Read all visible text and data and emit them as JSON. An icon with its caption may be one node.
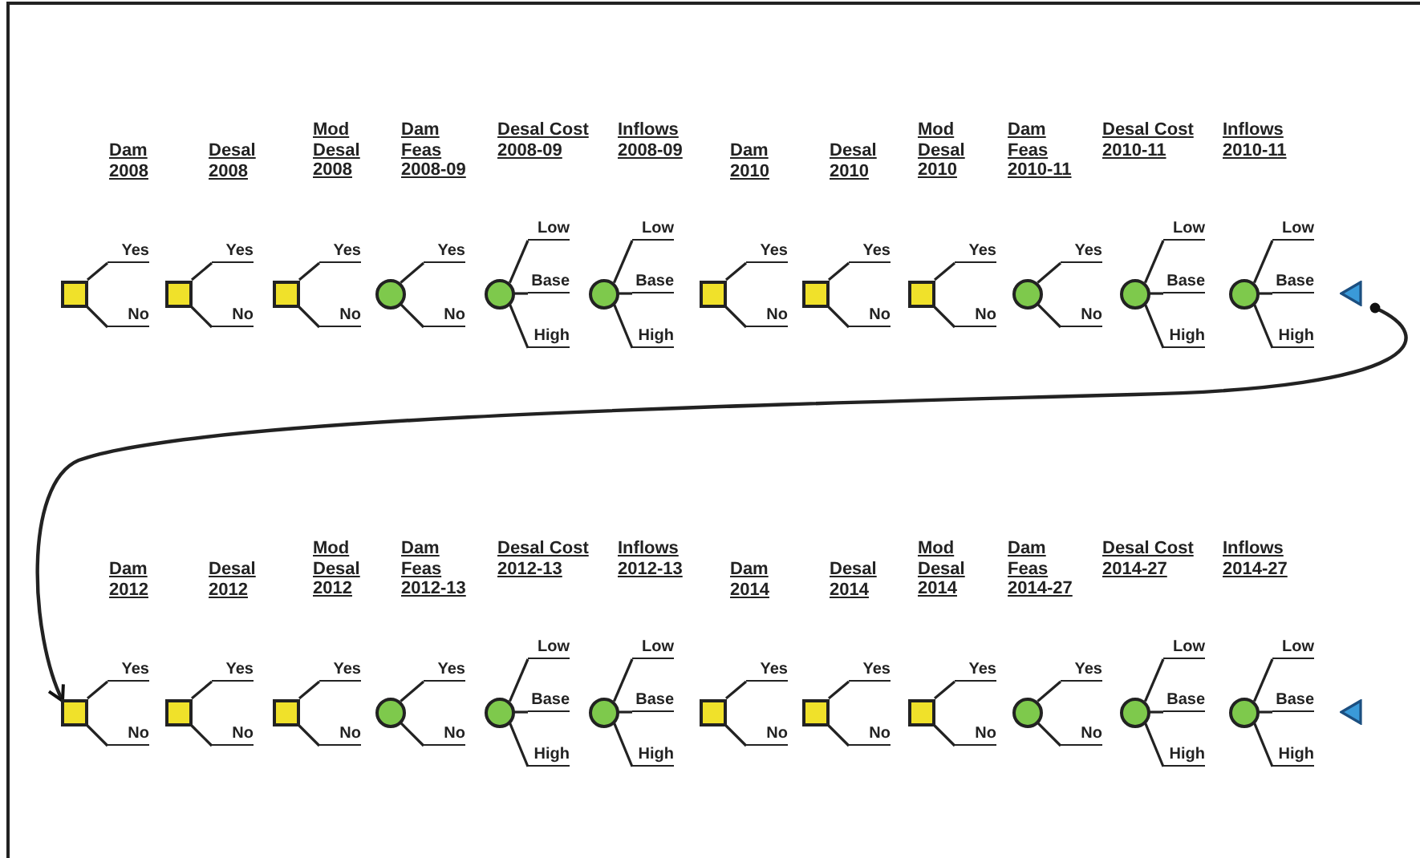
{
  "diagram": {
    "nodes": [
      {
        "text": [],
        "shape": "box"
      },
      {
        "text": [
          "Yes"
        ]
      },
      {
        "text": [
          "No"
        ]
      },
      {
        "text": [],
        "shape": "box"
      },
      {
        "text": [
          "Yes"
        ]
      },
      {
        "text": [
          "No"
        ]
      },
      {
        "text": [],
        "shape": "box"
      },
      {
        "text": [
          "Yes"
        ]
      },
      {
        "text": [
          "No"
        ]
      },
      {
        "text": [],
        "shape": "circle"
      },
      {
        "text": [
          "Yes"
        ]
      },
      {
        "text": [
          "No"
        ]
      },
      {
        "text": [],
        "shape": "circle"
      },
      {
        "text": [
          "Low"
        ]
      },
      {
        "text": [
          "Base"
        ]
      },
      {
        "text": [
          "High"
        ]
      },
      {
        "text": [],
        "shape": "circle"
      },
      {
        "text": [
          "Low"
        ]
      },
      {
        "text": [
          "Base"
        ]
      },
      {
        "text": [
          "High"
        ]
      },
      {
        "text": [],
        "shape": "box"
      },
      {
        "text": [
          "Yes"
        ]
      },
      {
        "text": [
          "No"
        ]
      },
      {
        "text": [],
        "shape": "box"
      },
      {
        "text": [
          "Yes"
        ]
      },
      {
        "text": [
          "No"
        ]
      },
      {
        "text": [],
        "shape": "box"
      },
      {
        "text": [
          "Yes"
        ]
      },
      {
        "text": [
          "No"
        ]
      },
      {
        "text": [],
        "shape": "circle"
      },
      {
        "text": [
          "Yes"
        ]
      },
      {
        "text": [
          "No"
        ]
      },
      {
        "text": [],
        "shape": "circle"
      },
      {
        "text": [
          "Low"
        ]
      },
      {
        "text": [
          "Base"
        ]
      },
      {
        "text": [
          "High"
        ]
      },
      {
        "text": [],
        "shape": "circle"
      },
      {
        "text": [
          "Low"
        ]
      },
      {
        "text": [
          "Base"
        ]
      },
      {
        "text": [
          "High"
        ]
      },
      {
        "text": [],
        "shape": "triangle"
      },
      {
        "text": [],
        "shape": "box"
      },
      {
        "text": [
          "Yes"
        ]
      },
      {
        "text": [
          "No"
        ]
      },
      {
        "text": [],
        "shape": "box"
      },
      {
        "text": [
          "Yes"
        ]
      },
      {
        "text": [
          "No"
        ]
      },
      {
        "text": [],
        "shape": "box"
      },
      {
        "text": [
          "Yes"
        ]
      },
      {
        "text": [
          "No"
        ]
      },
      {
        "text": [],
        "shape": "circle"
      },
      {
        "text": [
          "Yes"
        ]
      },
      {
        "text": [
          "No"
        ]
      },
      {
        "text": [],
        "shape": "circle"
      },
      {
        "text": [
          "Low"
        ]
      },
      {
        "text": [
          "Base"
        ]
      },
      {
        "text": [
          "High"
        ]
      },
      {
        "text": [],
        "shape": "circle"
      },
      {
        "text": [
          "Low"
        ]
      },
      {
        "text": [
          "Base"
        ]
      },
      {
        "text": [
          "High"
        ]
      },
      {
        "text": [],
        "shape": "box"
      },
      {
        "text": [
          "Yes"
        ]
      },
      {
        "text": [
          "No"
        ]
      },
      {
        "text": [],
        "shape": "box"
      },
      {
        "text": [
          "Yes"
        ]
      },
      {
        "text": [
          "No"
        ]
      },
      {
        "text": [],
        "shape": "box"
      },
      {
        "text": [
          "Yes"
        ]
      },
      {
        "text": [
          "No"
        ]
      },
      {
        "text": [],
        "shape": "circle"
      },
      {
        "text": [
          "Yes"
        ]
      },
      {
        "text": [
          "No"
        ]
      },
      {
        "text": [],
        "shape": "circle"
      },
      {
        "text": [
          "Low"
        ]
      },
      {
        "text": [
          "Base"
        ]
      },
      {
        "text": [
          "High"
        ]
      },
      {
        "text": [],
        "shape": "circle"
      },
      {
        "text": [
          "Low"
        ]
      },
      {
        "text": [
          "Base"
        ]
      },
      {
        "text": [
          "High"
        ]
      },
      {
        "text": [],
        "shape": "triangle"
      }
    ],
    "edges": [
      {
        "from": 0,
        "to": 1,
        "arrow": "none"
      },
      {
        "from": 0,
        "to": 2,
        "arrow": "none"
      },
      {
        "from": 3,
        "to": 4,
        "arrow": "none"
      },
      {
        "from": 3,
        "to": 5,
        "arrow": "none"
      },
      {
        "from": 6,
        "to": 7,
        "arrow": "none"
      },
      {
        "from": 6,
        "to": 8,
        "arrow": "none"
      },
      {
        "from": 9,
        "to": 10,
        "arrow": "none"
      },
      {
        "from": 9,
        "to": 11,
        "arrow": "none"
      },
      {
        "from": 12,
        "to": 13,
        "arrow": "none"
      },
      {
        "from": 12,
        "to": 14,
        "arrow": "none"
      },
      {
        "from": 12,
        "to": 15,
        "arrow": "none"
      },
      {
        "from": 16,
        "to": 17,
        "arrow": "none"
      },
      {
        "from": 16,
        "to": 18,
        "arrow": "none"
      },
      {
        "from": 16,
        "to": 19,
        "arrow": "none"
      },
      {
        "from": 20,
        "to": 21,
        "arrow": "none"
      },
      {
        "from": 20,
        "to": 22,
        "arrow": "none"
      },
      {
        "from": 23,
        "to": 24,
        "arrow": "none"
      },
      {
        "from": 23,
        "to": 25,
        "arrow": "none"
      },
      {
        "from": 26,
        "to": 27,
        "arrow": "none"
      },
      {
        "from": 26,
        "to": 28,
        "arrow": "none"
      },
      {
        "from": 29,
        "to": 30,
        "arrow": "none"
      },
      {
        "from": 29,
        "to": 31,
        "arrow": "none"
      },
      {
        "from": 32,
        "to": 33,
        "arrow": "none"
      },
      {
        "from": 32,
        "to": 34,
        "arrow": "none"
      },
      {
        "from": 32,
        "to": 35,
        "arrow": "none"
      },
      {
        "from": 36,
        "to": 37,
        "arrow": "none"
      },
      {
        "from": 36,
        "to": 38,
        "arrow": "none"
      },
      {
        "from": 36,
        "to": 39,
        "arrow": "none"
      },
      {
        "from": 40,
        "to": 41,
        "arrow": "to"
      },
      {
        "from": 41,
        "to": 42,
        "arrow": "none"
      },
      {
        "from": 41,
        "to": 43,
        "arrow": "none"
      },
      {
        "from": 44,
        "to": 45,
        "arrow": "none"
      },
      {
        "from": 44,
        "to": 46,
        "arrow": "none"
      },
      {
        "from": 47,
        "to": 48,
        "arrow": "none"
      },
      {
        "from": 47,
        "to": 49,
        "arrow": "none"
      },
      {
        "from": 50,
        "to": 51,
        "arrow": "none"
      },
      {
        "from": 50,
        "to": 52,
        "arrow": "none"
      },
      {
        "from": 53,
        "to": 54,
        "arrow": "none"
      },
      {
        "from": 53,
        "to": 55,
        "arrow": "none"
      },
      {
        "from": 53,
        "to": 56,
        "arrow": "none"
      },
      {
        "from": 57,
        "to": 58,
        "arrow": "none"
      },
      {
        "from": 57,
        "to": 59,
        "arrow": "none"
      },
      {
        "from": 57,
        "to": 60,
        "arrow": "none"
      },
      {
        "from": 61,
        "to": 62,
        "arrow": "none"
      },
      {
        "from": 61,
        "to": 63,
        "arrow": "none"
      },
      {
        "from": 64,
        "to": 65,
        "arrow": "none"
      },
      {
        "from": 64,
        "to": 66,
        "arrow": "none"
      },
      {
        "from": 67,
        "to": 68,
        "arrow": "none"
      },
      {
        "from": 67,
        "to": 69,
        "arrow": "none"
      },
      {
        "from": 70,
        "to": 71,
        "arrow": "none"
      },
      {
        "from": 70,
        "to": 72,
        "arrow": "none"
      },
      {
        "from": 73,
        "to": 74,
        "arrow": "none"
      },
      {
        "from": 73,
        "to": 75,
        "arrow": "none"
      },
      {
        "from": 73,
        "to": 76,
        "arrow": "none"
      },
      {
        "from": 77,
        "to": 78,
        "arrow": "none"
      },
      {
        "from": 77,
        "to": 79,
        "arrow": "none"
      },
      {
        "from": 77,
        "to": 80,
        "arrow": "none"
      }
    ],
    "labels": [
      "Dam 2008",
      "Desal 2008",
      "Mod Desal 2008",
      "Dam Feas 2008-09",
      "Desal Cost 2008-09",
      "Inflows 2008-09",
      "Dam 2010",
      "Desal 2010",
      "Mod Desal 2010",
      "Dam Feas 2010-11",
      "Desal Cost 2010-11",
      "Inflows 2010-11",
      "Dam 2012",
      "Desal 2012",
      "Mod Desal 2012",
      "Dam Feas 2012-13",
      "Desal Cost 2012-13",
      "Inflows 2012-13",
      "Dam 2014",
      "Desal 2014",
      "Mod Desal 2014",
      "Dam Feas 2014-27",
      "Desal Cost 2014-27",
      "Inflows 2014-27"
    ]
  }
}
